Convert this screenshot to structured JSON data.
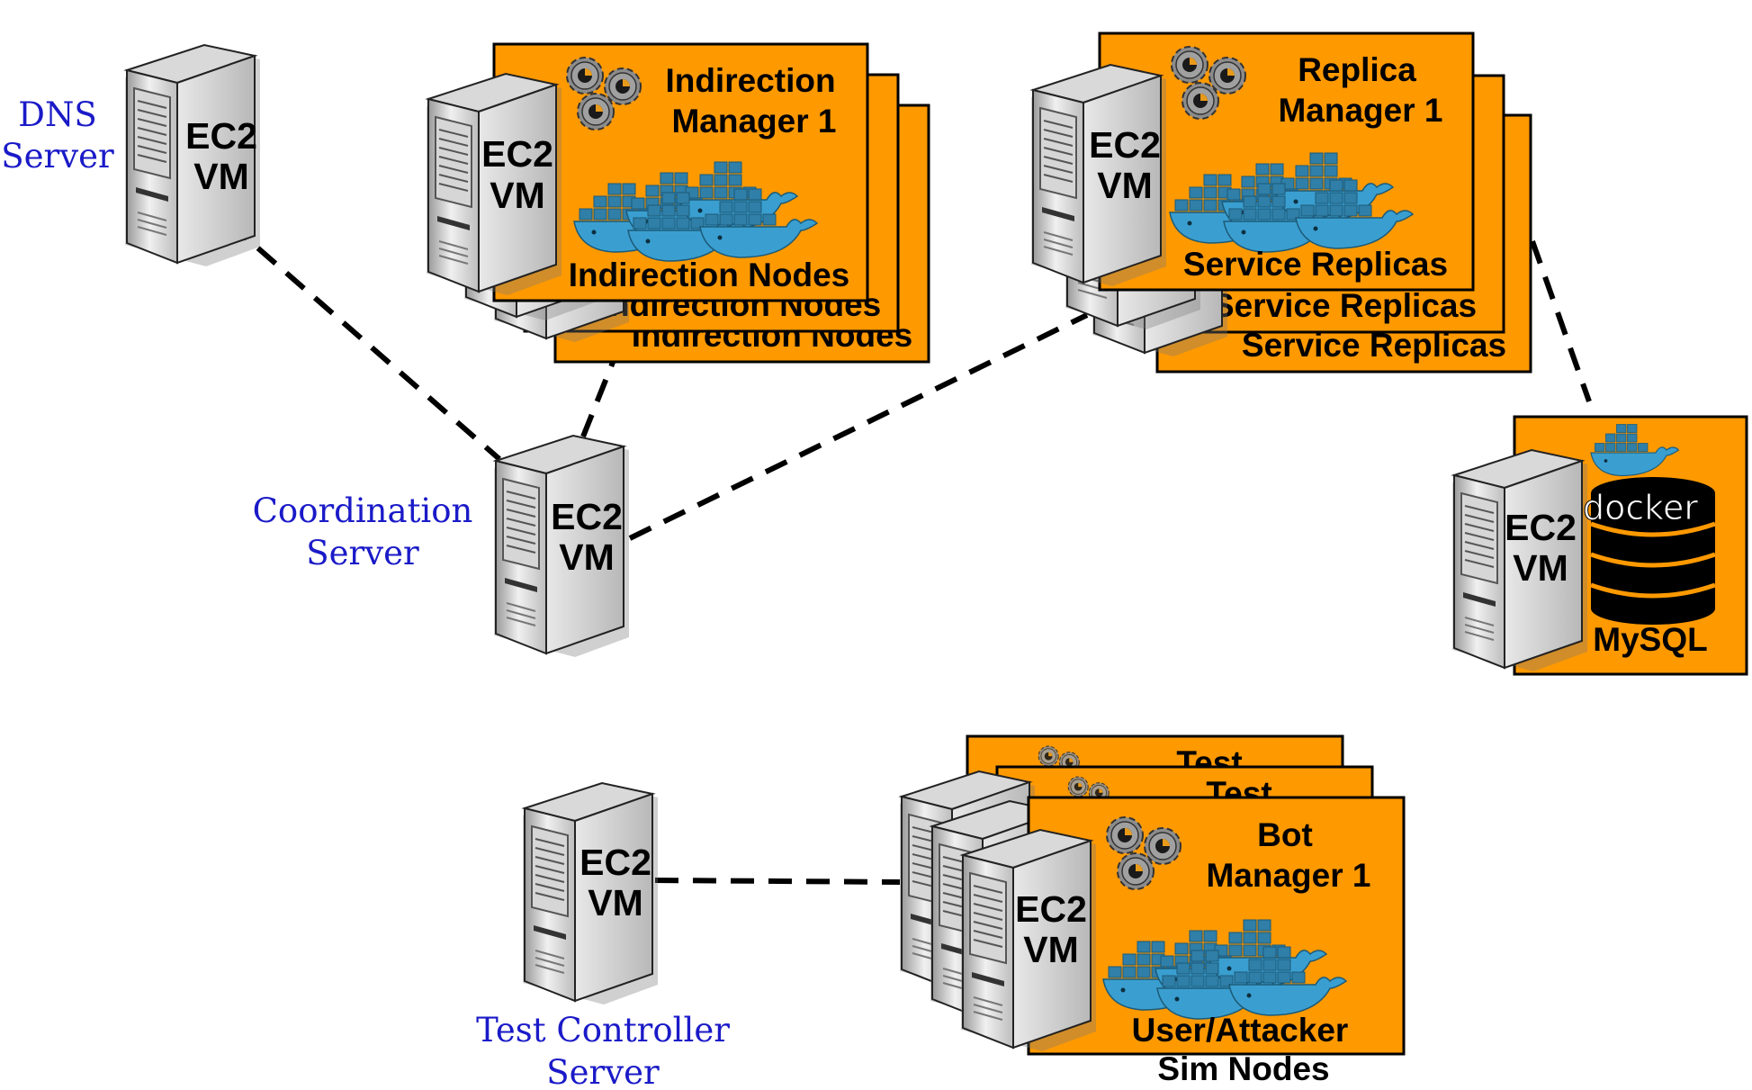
{
  "servers": {
    "dns": {
      "name": "DNS Server",
      "vm_line1": "EC2",
      "vm_line2": "VM",
      "label_line1": "DNS",
      "label_line2": "Server"
    },
    "coordination": {
      "name": "Coordination Server",
      "vm_line1": "EC2",
      "vm_line2": "VM",
      "label_line1": "Coordination",
      "label_line2": "Server"
    },
    "test_controller": {
      "name": "Test Controller Server",
      "vm_line1": "EC2",
      "vm_line2": "VM",
      "label_line1": "Test Controller",
      "label_line2": "Server"
    }
  },
  "clusters": {
    "indirection": {
      "manager_line1": "Indirection",
      "manager_line2": "Manager 1",
      "nodes_label": "Indirection Nodes",
      "vm_line1": "EC2",
      "vm_line2": "VM"
    },
    "replica": {
      "manager_line1": "Replica",
      "manager_line2": "Manager 1",
      "nodes_label": "Service Replicas",
      "vm_line1": "EC2",
      "vm_line2": "VM"
    },
    "bot": {
      "manager_line1": "Bot",
      "manager_line2": "Manager 1",
      "nodes_line1": "User/Attacker",
      "nodes_line2": "Sim Nodes",
      "back_partial": "Test",
      "vm_line1": "EC2",
      "vm_line2": "VM"
    },
    "database": {
      "db_label": "MySQL",
      "logo_text": "docker",
      "vm_line1": "EC2",
      "vm_line2": "VM"
    }
  },
  "colors": {
    "box_fill": "#ff9900",
    "label_color": "#1a1ac8",
    "whale_color": "#3a9fd0",
    "container_color": "#2f7fa8"
  },
  "icons": [
    "server-icon",
    "gears-icon",
    "docker-whale-icon",
    "database-icon"
  ]
}
